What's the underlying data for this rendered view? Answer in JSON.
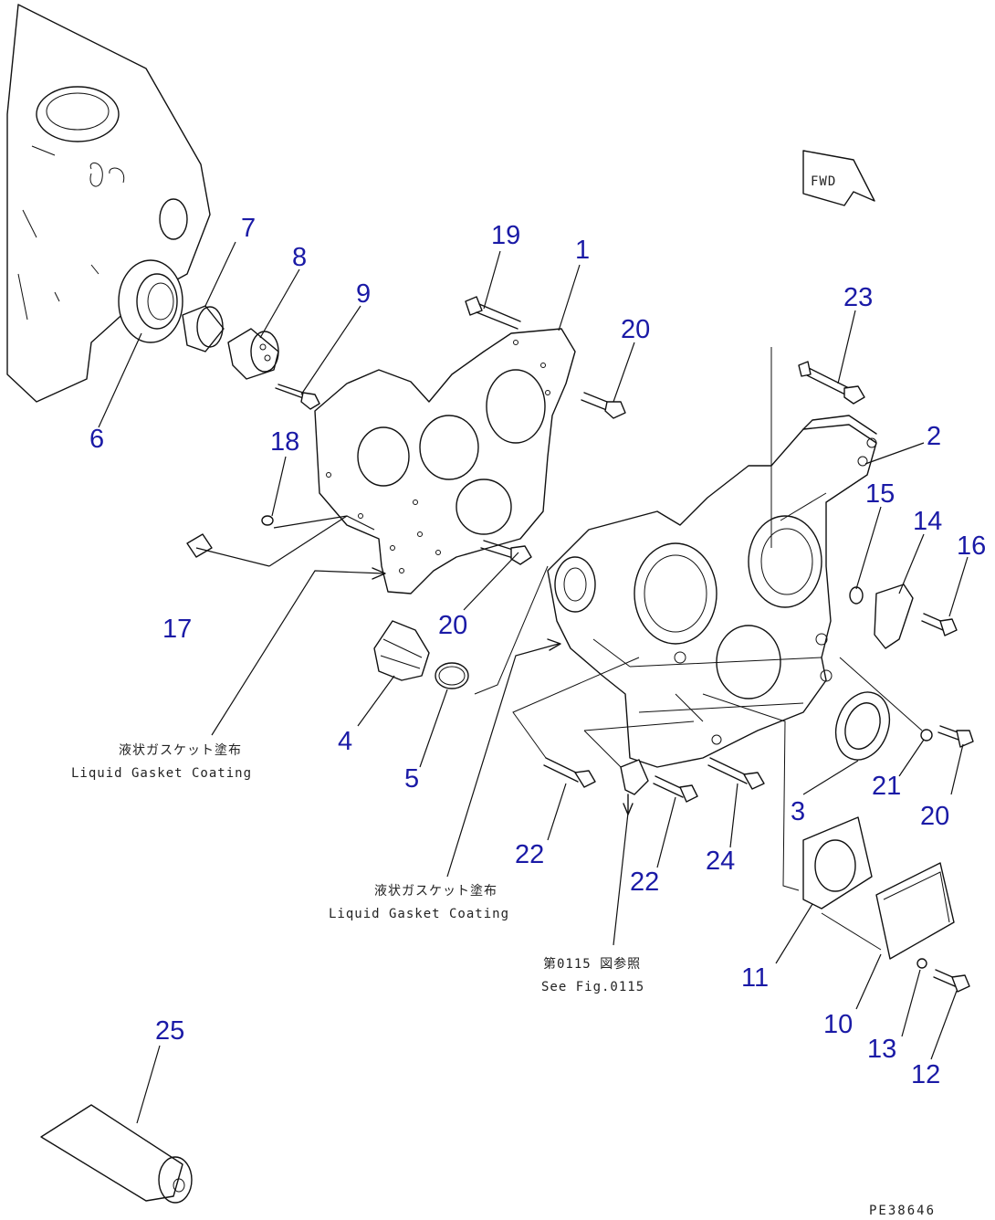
{
  "callouts": [
    {
      "id": "c1",
      "label": "1"
    },
    {
      "id": "c2",
      "label": "2"
    },
    {
      "id": "c3",
      "label": "3"
    },
    {
      "id": "c4",
      "label": "4"
    },
    {
      "id": "c5",
      "label": "5"
    },
    {
      "id": "c6",
      "label": "6"
    },
    {
      "id": "c7",
      "label": "7"
    },
    {
      "id": "c8",
      "label": "8"
    },
    {
      "id": "c9",
      "label": "9"
    },
    {
      "id": "c10",
      "label": "10"
    },
    {
      "id": "c11",
      "label": "11"
    },
    {
      "id": "c12",
      "label": "12"
    },
    {
      "id": "c13",
      "label": "13"
    },
    {
      "id": "c14",
      "label": "14"
    },
    {
      "id": "c15",
      "label": "15"
    },
    {
      "id": "c16",
      "label": "16"
    },
    {
      "id": "c17",
      "label": "17"
    },
    {
      "id": "c18",
      "label": "18"
    },
    {
      "id": "c19",
      "label": "19"
    },
    {
      "id": "c20a",
      "label": "20"
    },
    {
      "id": "c20b",
      "label": "20"
    },
    {
      "id": "c20c",
      "label": "20"
    },
    {
      "id": "c21",
      "label": "21"
    },
    {
      "id": "c22a",
      "label": "22"
    },
    {
      "id": "c22b",
      "label": "22"
    },
    {
      "id": "c23",
      "label": "23"
    },
    {
      "id": "c24",
      "label": "24"
    },
    {
      "id": "c25",
      "label": "25"
    }
  ],
  "notes": {
    "gasket_left_jp": "液状ガスケット塗布",
    "gasket_left_en": "Liquid Gasket Coating",
    "gasket_mid_jp": "液状ガスケット塗布",
    "gasket_mid_en": "Liquid Gasket Coating",
    "ref_jp": "第0115 図参照",
    "ref_en": "See Fig.0115"
  },
  "fwd_label": "FWD",
  "drawing_code": "PE38646",
  "colors": {
    "callout": "#1a1aa6",
    "line": "#111111"
  }
}
